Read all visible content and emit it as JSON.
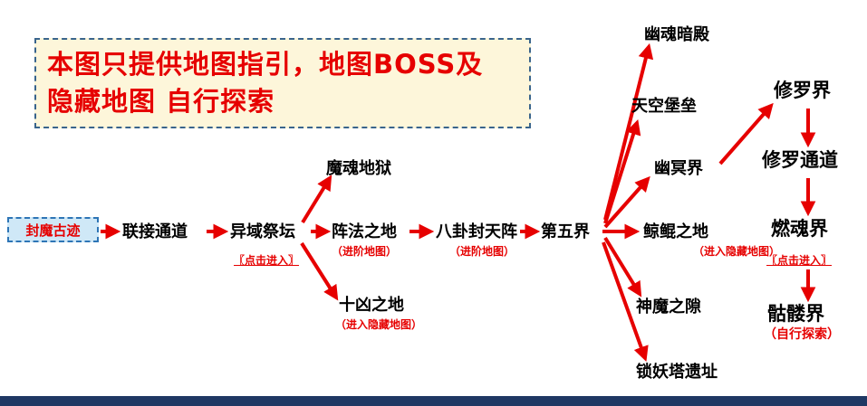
{
  "notice": {
    "line1": "本图只提供地图指引，地图BOSS及",
    "line2": "隐藏地图  自行探索"
  },
  "flow": {
    "start": {
      "label": "封魔古迹"
    },
    "lianjie_tongdao": {
      "label": "联接通道"
    },
    "yiyu_jitan": {
      "label": "异域祭坛",
      "sub": "〖点击进入〗"
    },
    "mohun_diyu": {
      "label": "魔魂地狱"
    },
    "zhenfa_zhidi": {
      "label": "阵法之地",
      "sub": "（进阶地图）"
    },
    "shixiong_zhidi": {
      "label": "十凶之地",
      "sub": "（进入隐藏地图）"
    },
    "bagua_fengtianzhen": {
      "label": "八卦封天阵",
      "sub": "（进阶地图）"
    },
    "diwujie": {
      "label": "第五界"
    },
    "youhun_andian": {
      "label": "幽魂暗殿"
    },
    "tiankong_baolei": {
      "label": "天空堡垒"
    },
    "youming_jie": {
      "label": "幽冥界"
    },
    "jingkun_zhidi": {
      "label": "鲸鲲之地",
      "sub": "（进入隐藏地图）"
    },
    "shenmo_zhixi": {
      "label": "神魔之隙"
    },
    "suoyaota_yizhi": {
      "label": "锁妖塔遗址"
    },
    "xiuluo_jie": {
      "label": "修罗界"
    },
    "xiuluo_tongdao": {
      "label": "修罗通道"
    },
    "ranhun_jie": {
      "label": "燃魂界",
      "sub": "〖点击进入〗"
    },
    "kulou_jie": {
      "label": "骷髅界",
      "sub": "（自行探索）"
    }
  },
  "colors": {
    "arrow_red": "#e60000",
    "notice_bg": "#fdf6da",
    "notice_border": "#39648c",
    "start_bg": "#cfe8f7",
    "start_border": "#2e75b6",
    "footer_bar": "#1f3864",
    "node_text": "#000000"
  }
}
